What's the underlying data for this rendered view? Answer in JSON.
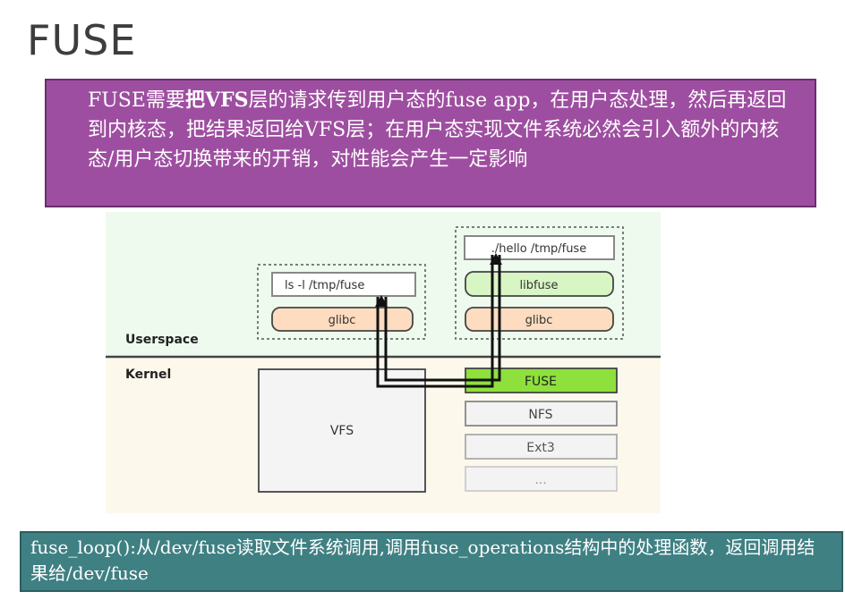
{
  "title": "FUSE",
  "note": {
    "prefix": "FUSE需要",
    "bold_word": "把VFS",
    "rest": "层的请求传到用户态的fuse app，在用户态处理，然后再返回到内核态，把结果返回给VFS层；在用户态实现文件系统必然会引入额外的内核态/用户态切换带来的开销，对性能会产生一定影响"
  },
  "diagram": {
    "userspace_label": "Userspace",
    "kernel_label": "Kernel",
    "ls_command": "ls -l /tmp/fuse",
    "glibc_left": "glibc",
    "hello_command": "./hello /tmp/fuse",
    "libfuse": "libfuse",
    "glibc_right": "glibc",
    "vfs": "VFS",
    "fuse": "FUSE",
    "nfs": "NFS",
    "ext3": "Ext3",
    "more": "...",
    "colors": {
      "userspace_bg": "#eefaee",
      "kernel_bg": "#fdf8ec",
      "glibc_fill": "#fddcbf",
      "libfuse_fill": "#d8f5c4",
      "fuse_fill": "#8ee03c"
    }
  },
  "bottom_note": "fuse_loop():从/dev/fuse读取文件系统调用,调用fuse_operations结构中的处理函数，返回调用结果给/dev/fuse"
}
